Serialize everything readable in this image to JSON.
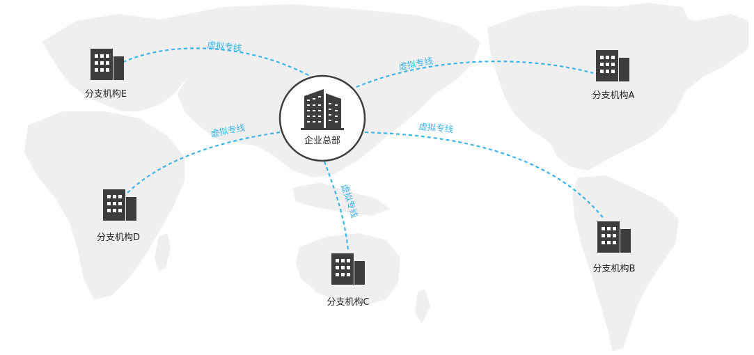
{
  "colors": {
    "land": "#efefef",
    "building": "#3d3d3d",
    "window": "#ffffff",
    "line": "#3bb4e8",
    "hub_ring": "#3d3d3d",
    "text": "#222222"
  },
  "hub": {
    "label": "企业总部",
    "icon": "office-tower-icon"
  },
  "branches": [
    {
      "id": "A",
      "label": "分支机构A",
      "icon": "building-icon"
    },
    {
      "id": "B",
      "label": "分支机构B",
      "icon": "building-icon"
    },
    {
      "id": "C",
      "label": "分支机构C",
      "icon": "building-icon"
    },
    {
      "id": "D",
      "label": "分支机构D",
      "icon": "building-icon"
    },
    {
      "id": "E",
      "label": "分支机构E",
      "icon": "building-icon"
    }
  ],
  "links": [
    {
      "to": "E",
      "label": "虚拟专线"
    },
    {
      "to": "A",
      "label": "虚拟专线"
    },
    {
      "to": "D",
      "label": "虚拟专线"
    },
    {
      "to": "B",
      "label": "虚拟专线"
    },
    {
      "to": "C",
      "label": "虚拟专线"
    }
  ]
}
